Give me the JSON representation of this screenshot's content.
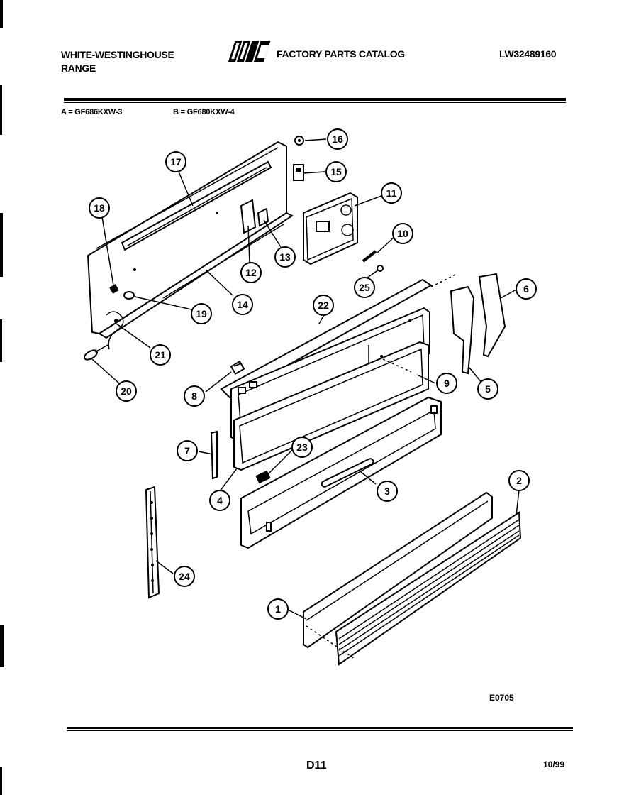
{
  "header": {
    "brand_line1": "WHITE-WESTINGHOUSE",
    "brand_line2": "RANGE",
    "logo_text": "WCI",
    "catalog_title": "FACTORY PARTS CATALOG",
    "catalog_number": "LW32489160"
  },
  "models": {
    "a": "A = GF686KXW-3",
    "b": "B = GF680KXW-4"
  },
  "callouts": [
    {
      "id": "p1",
      "label": "1"
    },
    {
      "id": "p2",
      "label": "2"
    },
    {
      "id": "p3",
      "label": "3"
    },
    {
      "id": "p4",
      "label": "4"
    },
    {
      "id": "p5",
      "label": "5"
    },
    {
      "id": "p6",
      "label": "6"
    },
    {
      "id": "p7",
      "label": "7"
    },
    {
      "id": "p8",
      "label": "8"
    },
    {
      "id": "p9",
      "label": "9"
    },
    {
      "id": "p10",
      "label": "10"
    },
    {
      "id": "p11",
      "label": "11"
    },
    {
      "id": "p12",
      "label": "12"
    },
    {
      "id": "p13",
      "label": "13"
    },
    {
      "id": "p14",
      "label": "14"
    },
    {
      "id": "p15",
      "label": "15"
    },
    {
      "id": "p16",
      "label": "16"
    },
    {
      "id": "p17",
      "label": "17"
    },
    {
      "id": "p18",
      "label": "18"
    },
    {
      "id": "p19",
      "label": "19"
    },
    {
      "id": "p20",
      "label": "20"
    },
    {
      "id": "p21",
      "label": "21"
    },
    {
      "id": "p22",
      "label": "22"
    },
    {
      "id": "p23",
      "label": "23"
    },
    {
      "id": "p24",
      "label": "24"
    },
    {
      "id": "p25",
      "label": "25"
    }
  ],
  "diagram_code": "E0705",
  "footer": {
    "page": "D11",
    "date": "10/99"
  }
}
